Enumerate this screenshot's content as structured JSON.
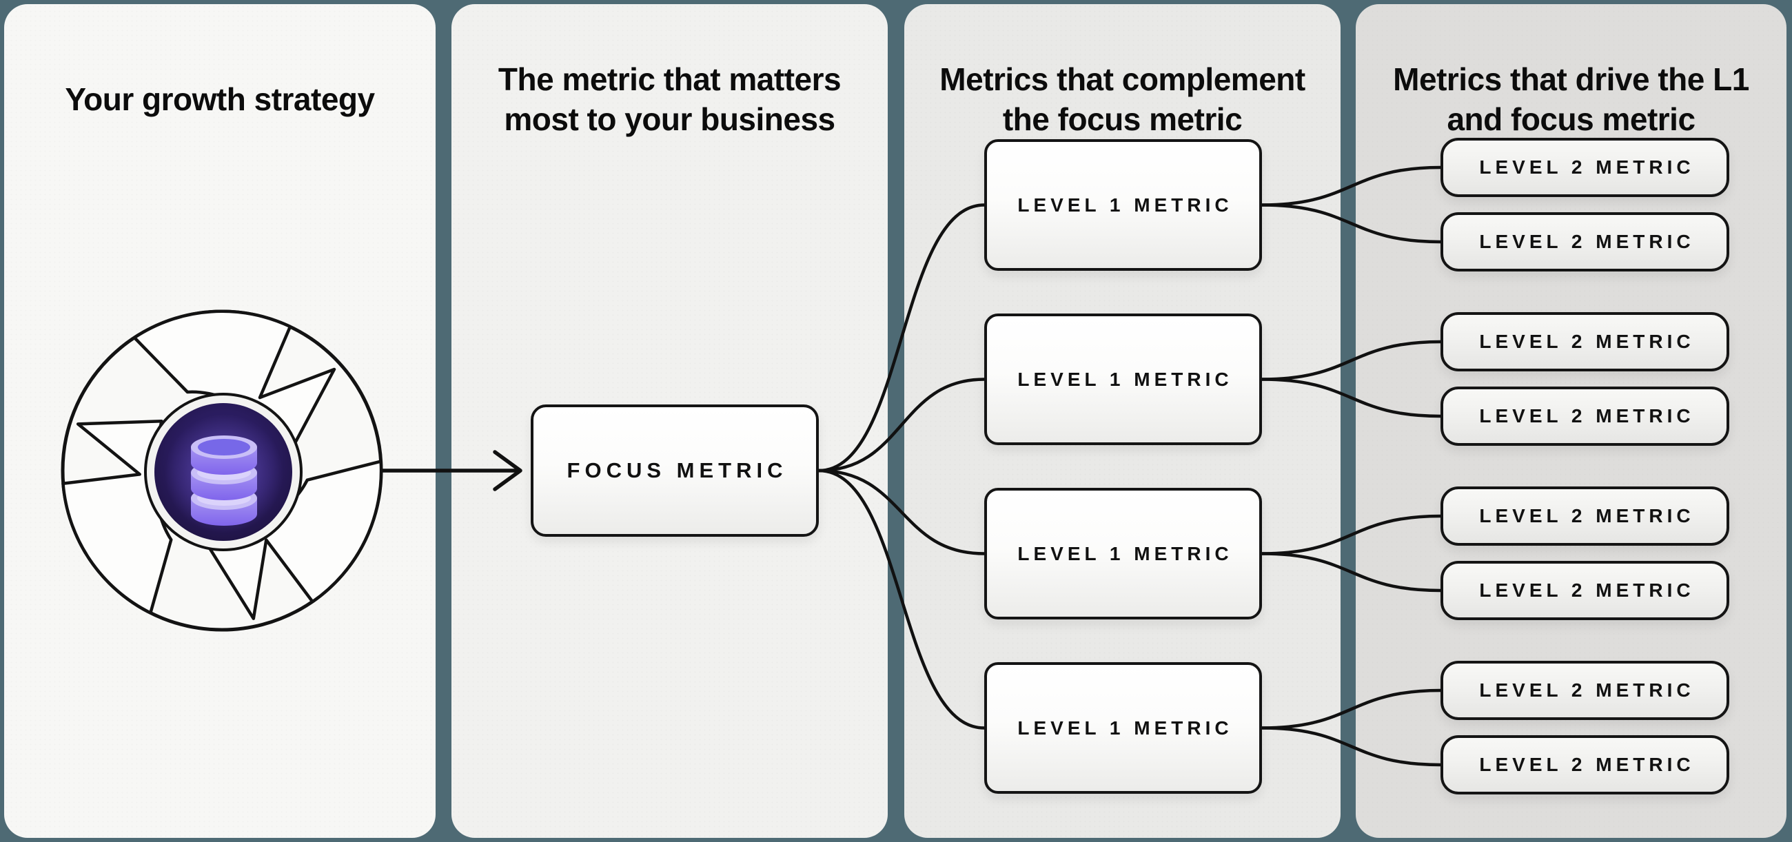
{
  "panels": [
    {
      "id": "strategy",
      "title_lines": [
        "Your growth strategy",
        ""
      ]
    },
    {
      "id": "focus",
      "title_lines": [
        "The metric that matters",
        "most to your business"
      ]
    },
    {
      "id": "level1",
      "title_lines": [
        "Metrics that complement",
        "the focus metric"
      ]
    },
    {
      "id": "level2",
      "title_lines": [
        "Metrics that drive the L1",
        "and focus metric"
      ]
    }
  ],
  "nodes": {
    "focus_metric": {
      "label": "FOCUS METRIC"
    },
    "level1_metrics": [
      {
        "label": "LEVEL 1 METRIC"
      },
      {
        "label": "LEVEL 1 METRIC"
      },
      {
        "label": "LEVEL 1 METRIC"
      },
      {
        "label": "LEVEL 1 METRIC"
      }
    ],
    "level2_metrics": [
      {
        "label": "LEVEL 2 METRIC"
      },
      {
        "label": "LEVEL 2 METRIC"
      },
      {
        "label": "LEVEL 2 METRIC"
      },
      {
        "label": "LEVEL 2 METRIC"
      },
      {
        "label": "LEVEL 2 METRIC"
      },
      {
        "label": "LEVEL 2 METRIC"
      },
      {
        "label": "LEVEL 2 METRIC"
      },
      {
        "label": "LEVEL 2 METRIC"
      }
    ]
  },
  "edges": {
    "flywheel_to_focus": "arrow",
    "focus_to_level1": [
      0,
      1,
      2,
      3
    ],
    "level1_to_level2": [
      [
        0,
        1
      ],
      [
        2,
        3
      ],
      [
        4,
        5
      ],
      [
        6,
        7
      ]
    ]
  },
  "icons": {
    "flywheel": "flywheel-icon",
    "database": "database-icon"
  },
  "colors": {
    "background": "#4e6a74",
    "panel_1": "#f7f7f5",
    "panel_2": "#f1f1ef",
    "panel_3": "#e9e9e7",
    "panel_4": "#dedddb",
    "stroke": "#141414",
    "db_core_dark": "#1d123f",
    "db_core_mid": "#2a1c5f",
    "db_disc_light": "#c9bff7",
    "db_disc_mid": "#8f73f0",
    "db_disc_deep": "#6b4ae8"
  }
}
